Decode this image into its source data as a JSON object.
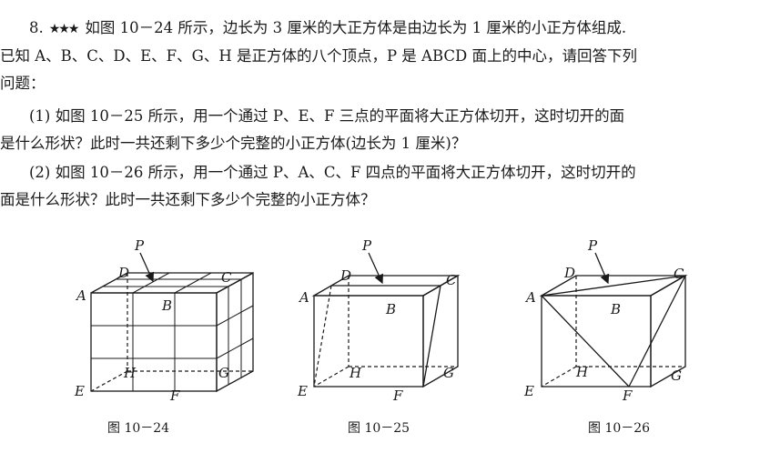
{
  "problem": {
    "number": "8.",
    "stars": "★★★",
    "line1": "如图 10－24 所示，边长为 3 厘米的大正方体是由边长为 1 厘米的小正方体组成.",
    "line2": "已知 A、B、C、D、E、F、G、H 是正方体的八个顶点，P 是 ABCD 面上的中心，请回答下列",
    "line3": "问题："
  },
  "q1": {
    "line1": "(1) 如图 10－25 所示，用一个通过 P、E、F 三点的平面将大正方体切开，这时切开的面",
    "line2": "是什么形状？此时一共还剩下多少个完整的小正方体(边长为 1 厘米)？"
  },
  "q2": {
    "line1": "(2) 如图 10－26 所示，用一个通过 P、A、C、F 四点的平面将大正方体切开，这时切开的",
    "line2": "面是什么形状？此时一共还剩下多少个完整的小正方体？"
  },
  "vertex_labels": {
    "A": "A",
    "B": "B",
    "C": "C",
    "D": "D",
    "E": "E",
    "F": "F",
    "G": "G",
    "H": "H",
    "P": "P"
  },
  "captions": [
    "图 10－24",
    "图 10－25",
    "图 10－26"
  ]
}
